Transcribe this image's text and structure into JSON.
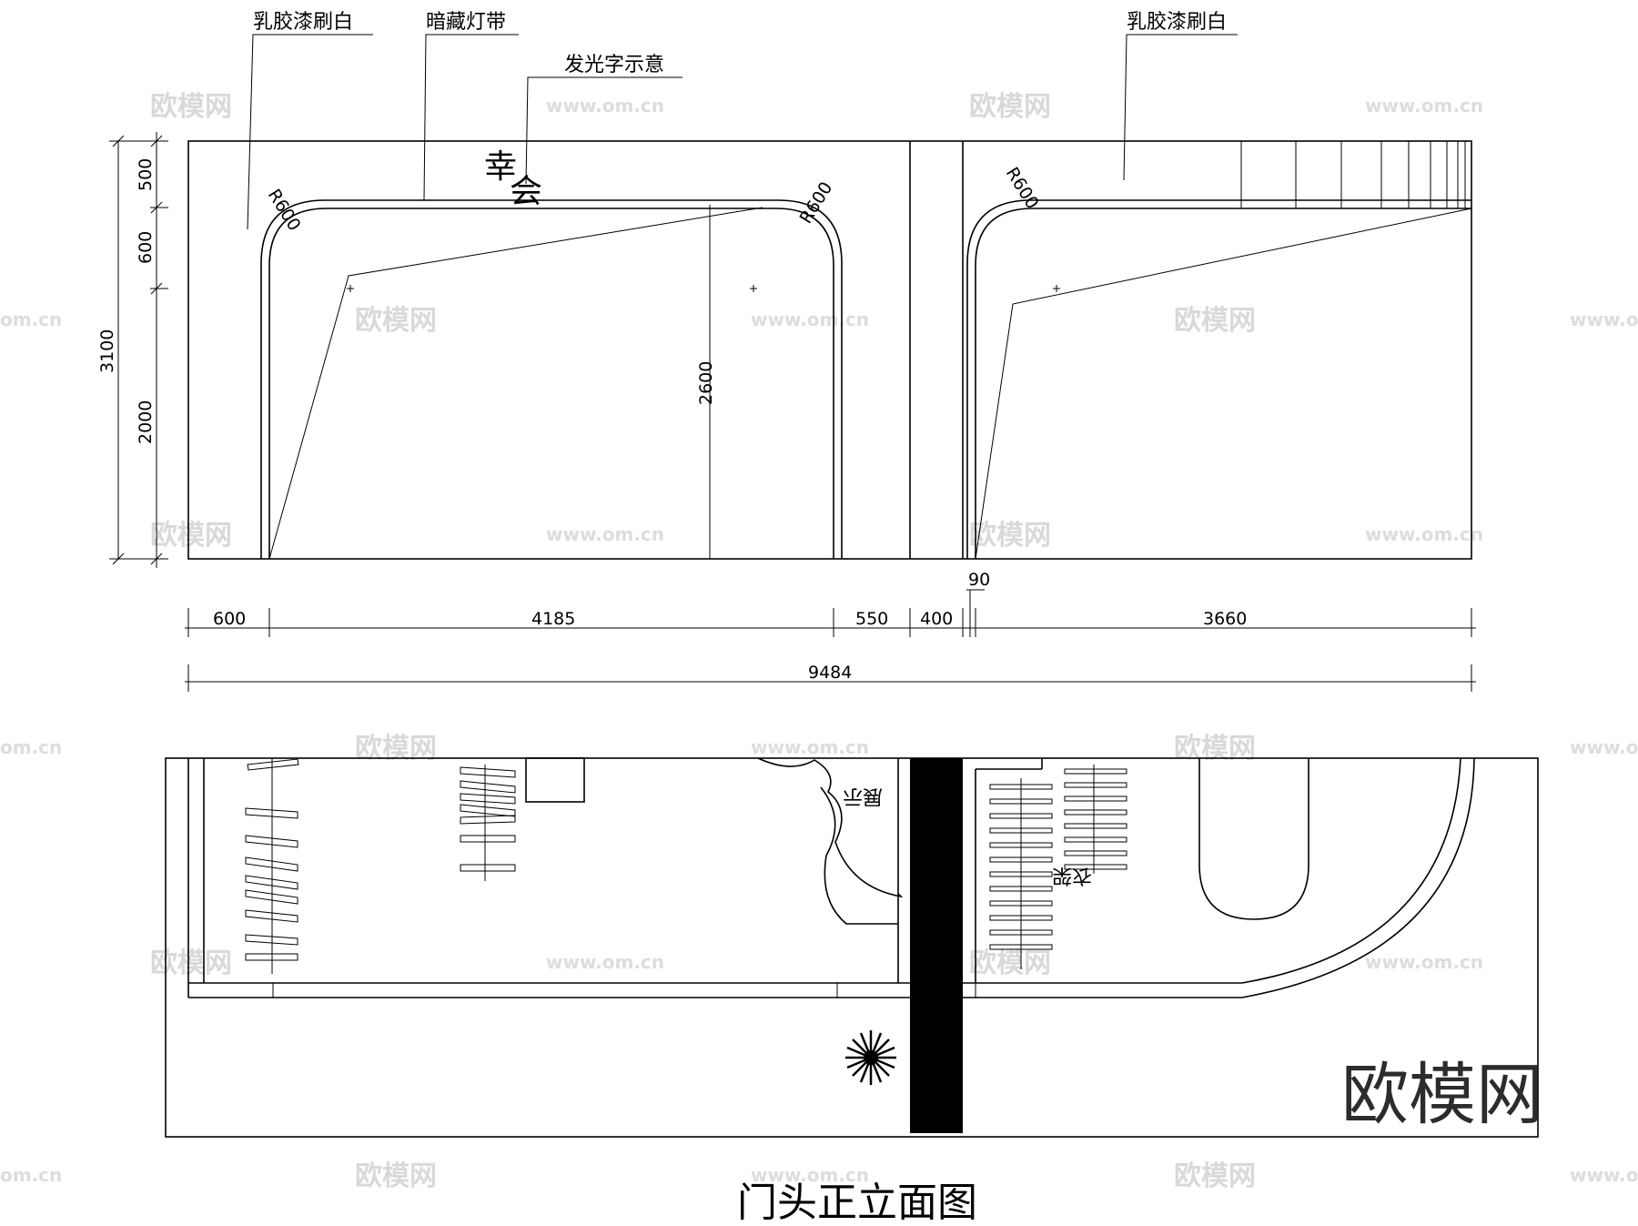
{
  "labels": {
    "latex_paint_left": "乳胶漆刷白",
    "latex_paint_right": "乳胶漆刷白",
    "hidden_light_strip": "暗藏灯带",
    "glowing_text": "发光字示意",
    "sign_text_1": "幸",
    "sign_text_2": "会",
    "display": "展示",
    "clothes_rack": "衣架",
    "title": "门头正立面图"
  },
  "dimensions": {
    "radius_1": "R600",
    "radius_2": "R600",
    "radius_3": "R600",
    "total_height": "3100",
    "h_top": "500",
    "h_mid": "600",
    "h_bottom": "2000",
    "door_height": "2600",
    "w_1": "600",
    "w_2": "4185",
    "w_3": "550",
    "w_4": "400",
    "w_5": "90",
    "w_6": "3660",
    "total_width": "9484"
  },
  "watermark": {
    "brand": "欧模网",
    "url": "www.om.cn",
    "url_short": "om.cn"
  }
}
